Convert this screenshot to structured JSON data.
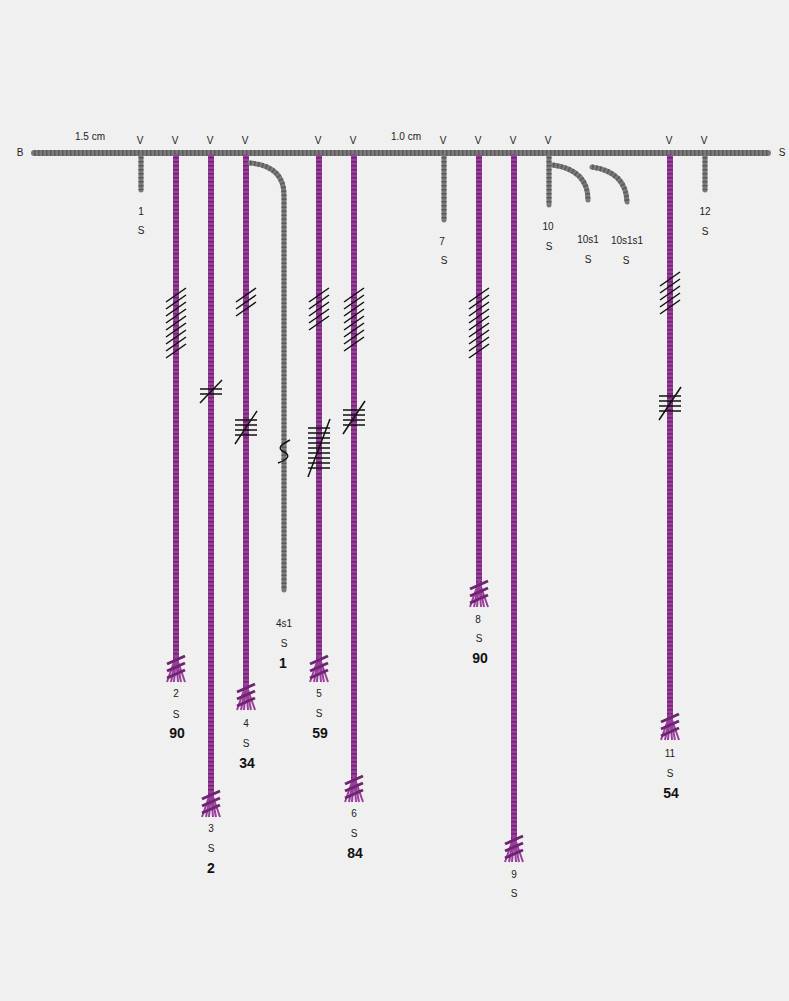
{
  "diagram": {
    "labels": [
      "B",
      "1.5 cm",
      "V",
      "V",
      "V",
      "V",
      "V",
      "V",
      "1.0 cm",
      "V",
      "V",
      "V",
      "V",
      "V",
      "V",
      "S",
      "1",
      "S",
      "2",
      "S",
      "90",
      "3",
      "S",
      "2",
      "4",
      "S",
      "34",
      "4s1",
      "S",
      "1",
      "5",
      "S",
      "59",
      "6",
      "S",
      "84",
      "7",
      "S",
      "8",
      "S",
      "90",
      "9",
      "S",
      "10",
      "S",
      "10s1",
      "S",
      "10s1s1",
      "S",
      "11",
      "S",
      "54",
      "12",
      "S"
    ]
  }
}
